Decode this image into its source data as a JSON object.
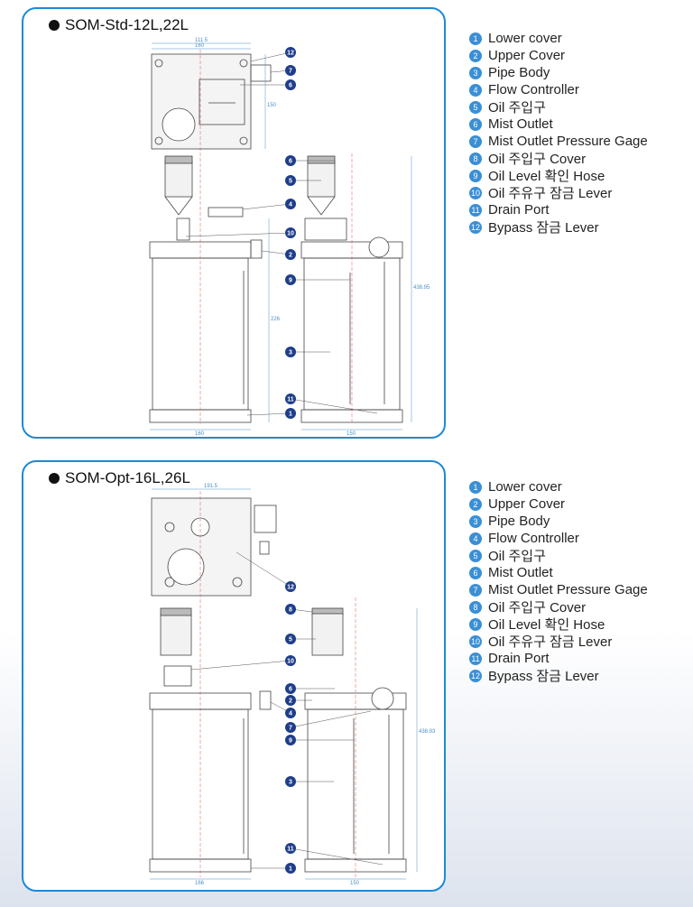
{
  "panels": [
    {
      "title": "SOM-Std-12L,22L",
      "dimensions": {
        "top_width": "111.5",
        "top_inner": "160",
        "top_height": "150",
        "side_height": "226",
        "total_height": "438.95",
        "front_width": "160",
        "side_width": "150"
      }
    },
    {
      "title": "SOM-Opt-16L,26L",
      "dimensions": {
        "top_width": "191.5",
        "total_height": "438.93",
        "front_width": "166",
        "side_width": "150"
      }
    }
  ],
  "legend": [
    {
      "n": "1",
      "label": "Lower cover"
    },
    {
      "n": "2",
      "label": "Upper Cover"
    },
    {
      "n": "3",
      "label": "Pipe Body"
    },
    {
      "n": "4",
      "label": "Flow Controller"
    },
    {
      "n": "5",
      "label": "Oil 주입구"
    },
    {
      "n": "6",
      "label": "Mist Outlet"
    },
    {
      "n": "7",
      "label": "Mist Outlet Pressure Gage"
    },
    {
      "n": "8",
      "label": "Oil 주입구 Cover"
    },
    {
      "n": "9",
      "label": "Oil Level 확인 Hose"
    },
    {
      "n": "10",
      "label": "Oil 주유구 잠금 Lever"
    },
    {
      "n": "11",
      "label": "Drain Port"
    },
    {
      "n": "12",
      "label": "Bypass 잠금 Lever"
    }
  ],
  "callouts_1": [
    "12",
    "7",
    "6",
    "6",
    "5",
    "4",
    "10",
    "2",
    "9",
    "3",
    "11",
    "1"
  ],
  "callouts_2": [
    "12",
    "8",
    "5",
    "10",
    "6",
    "2",
    "4",
    "7",
    "9",
    "3",
    "11",
    "1"
  ],
  "colors": {
    "frame": "#1b8ad6",
    "callout": "#3a8fd5",
    "dimension": "#4a90c8",
    "centerline": "#e05050",
    "drawing": "#444444"
  }
}
